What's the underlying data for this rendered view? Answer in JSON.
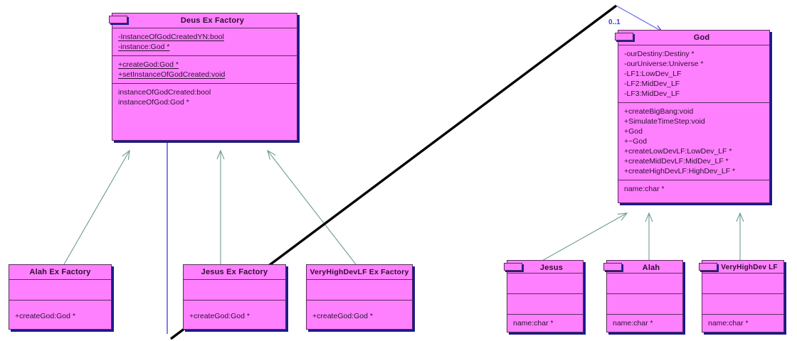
{
  "diagram": {
    "kind": "uml-class-diagram",
    "palette": {
      "class_fill": "#ff80ff",
      "class_border": "#5a2d5a",
      "class_shadow": "#1a1a8c",
      "inheritance_line": "#6f9a95",
      "association_line": "#3b3bd6",
      "freehand_line": "#000000",
      "background": "#ffffff",
      "text": "#2b1030"
    },
    "multiplicity_label": "0..1"
  },
  "classes": {
    "deus_ex_factory": {
      "name": "Deus Ex Factory",
      "attributes": [
        "-InstanceOfGodCreatedYN:bool",
        "-instance:God *"
      ],
      "operations": [
        "+createGod:God *",
        "+setInstanceOfGodCreated:void"
      ],
      "extra": [
        "instanceOfGodCreated:bool",
        "instanceOfGod:God *"
      ]
    },
    "god": {
      "name": "God",
      "attributes": [
        "-ourDestiny:Destiny *",
        "-ourUniverse:Universe *",
        "-LF1:LowDev_LF",
        "-LF2:MidDev_LF",
        "-LF3:MidDev_LF"
      ],
      "operations": [
        "+createBigBang:void",
        "+SimulateTimeStep:void",
        "+God",
        "+~God",
        "+createLowDevLF:LowDev_LF *",
        "+createMidDevLF:MidDev_LF *",
        "+createHighDevLF:HighDev_LF *"
      ],
      "extra": [
        "name:char *"
      ]
    },
    "alah_ex_factory": {
      "name": "Alah Ex Factory",
      "attributes": [],
      "operations": [
        "+createGod:God *"
      ]
    },
    "jesus_ex_factory": {
      "name": "Jesus Ex Factory",
      "attributes": [],
      "operations": [
        "+createGod:God *"
      ]
    },
    "veryhighdevlf_ex_factory": {
      "name": "VeryHighDevLF Ex Factory",
      "attributes": [],
      "operations": [
        "+createGod:God *"
      ]
    },
    "jesus": {
      "name": "Jesus",
      "attributes": [],
      "operations": [],
      "extra": [
        "name:char *"
      ]
    },
    "alah": {
      "name": "Alah",
      "attributes": [],
      "operations": [],
      "extra": [
        "name:char *"
      ]
    },
    "veryhighdev_lf": {
      "name": "VeryHighDev LF",
      "attributes": [],
      "operations": [],
      "extra": [
        "name:char *"
      ]
    }
  }
}
